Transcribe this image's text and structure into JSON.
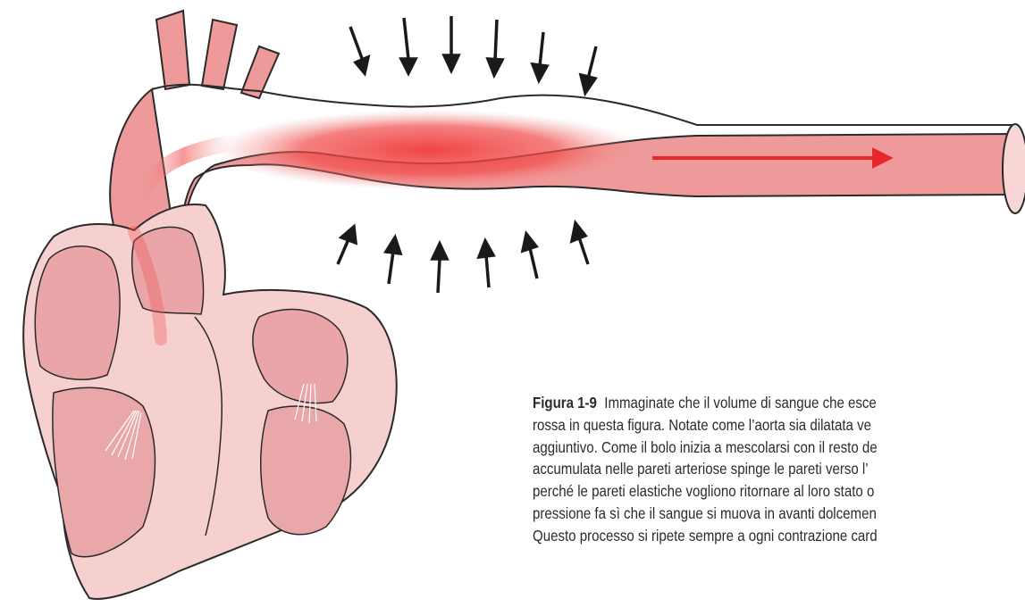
{
  "caption": {
    "label": "Figura 1-9",
    "lines": [
      "  Immaginate che il volume di sangue che esce",
      "rossa in questa figura. Notate come l’aorta sia dilatata ve",
      "aggiuntivo. Come il bolo inizia a mescolarsi con il resto de",
      "accumulata nelle pareti arteriose spinge le pareti verso l’",
      "perché le pareti elastiche vogliono ritornare al loro stato o",
      "pressione fa sì che il sangue si muova in avanti dolcemen",
      "Questo processo si ripete sempre a ogni contrazione card"
    ]
  },
  "colors": {
    "vessel": "#ef9a9a",
    "vessel_outline": "#2a2a2a",
    "blood_bolus": "#ee3b3b",
    "flow_arrow": "#e8262b",
    "pressure_arrow": "#1a1a1a",
    "heart_tissue": "#f6cfcf",
    "heart_chamber": "#e9a5a8"
  },
  "icons": {
    "pressure_arrows_top": "arrow-down-icon",
    "pressure_arrows_bottom": "arrow-up-icon",
    "flow": "arrow-right-icon"
  }
}
